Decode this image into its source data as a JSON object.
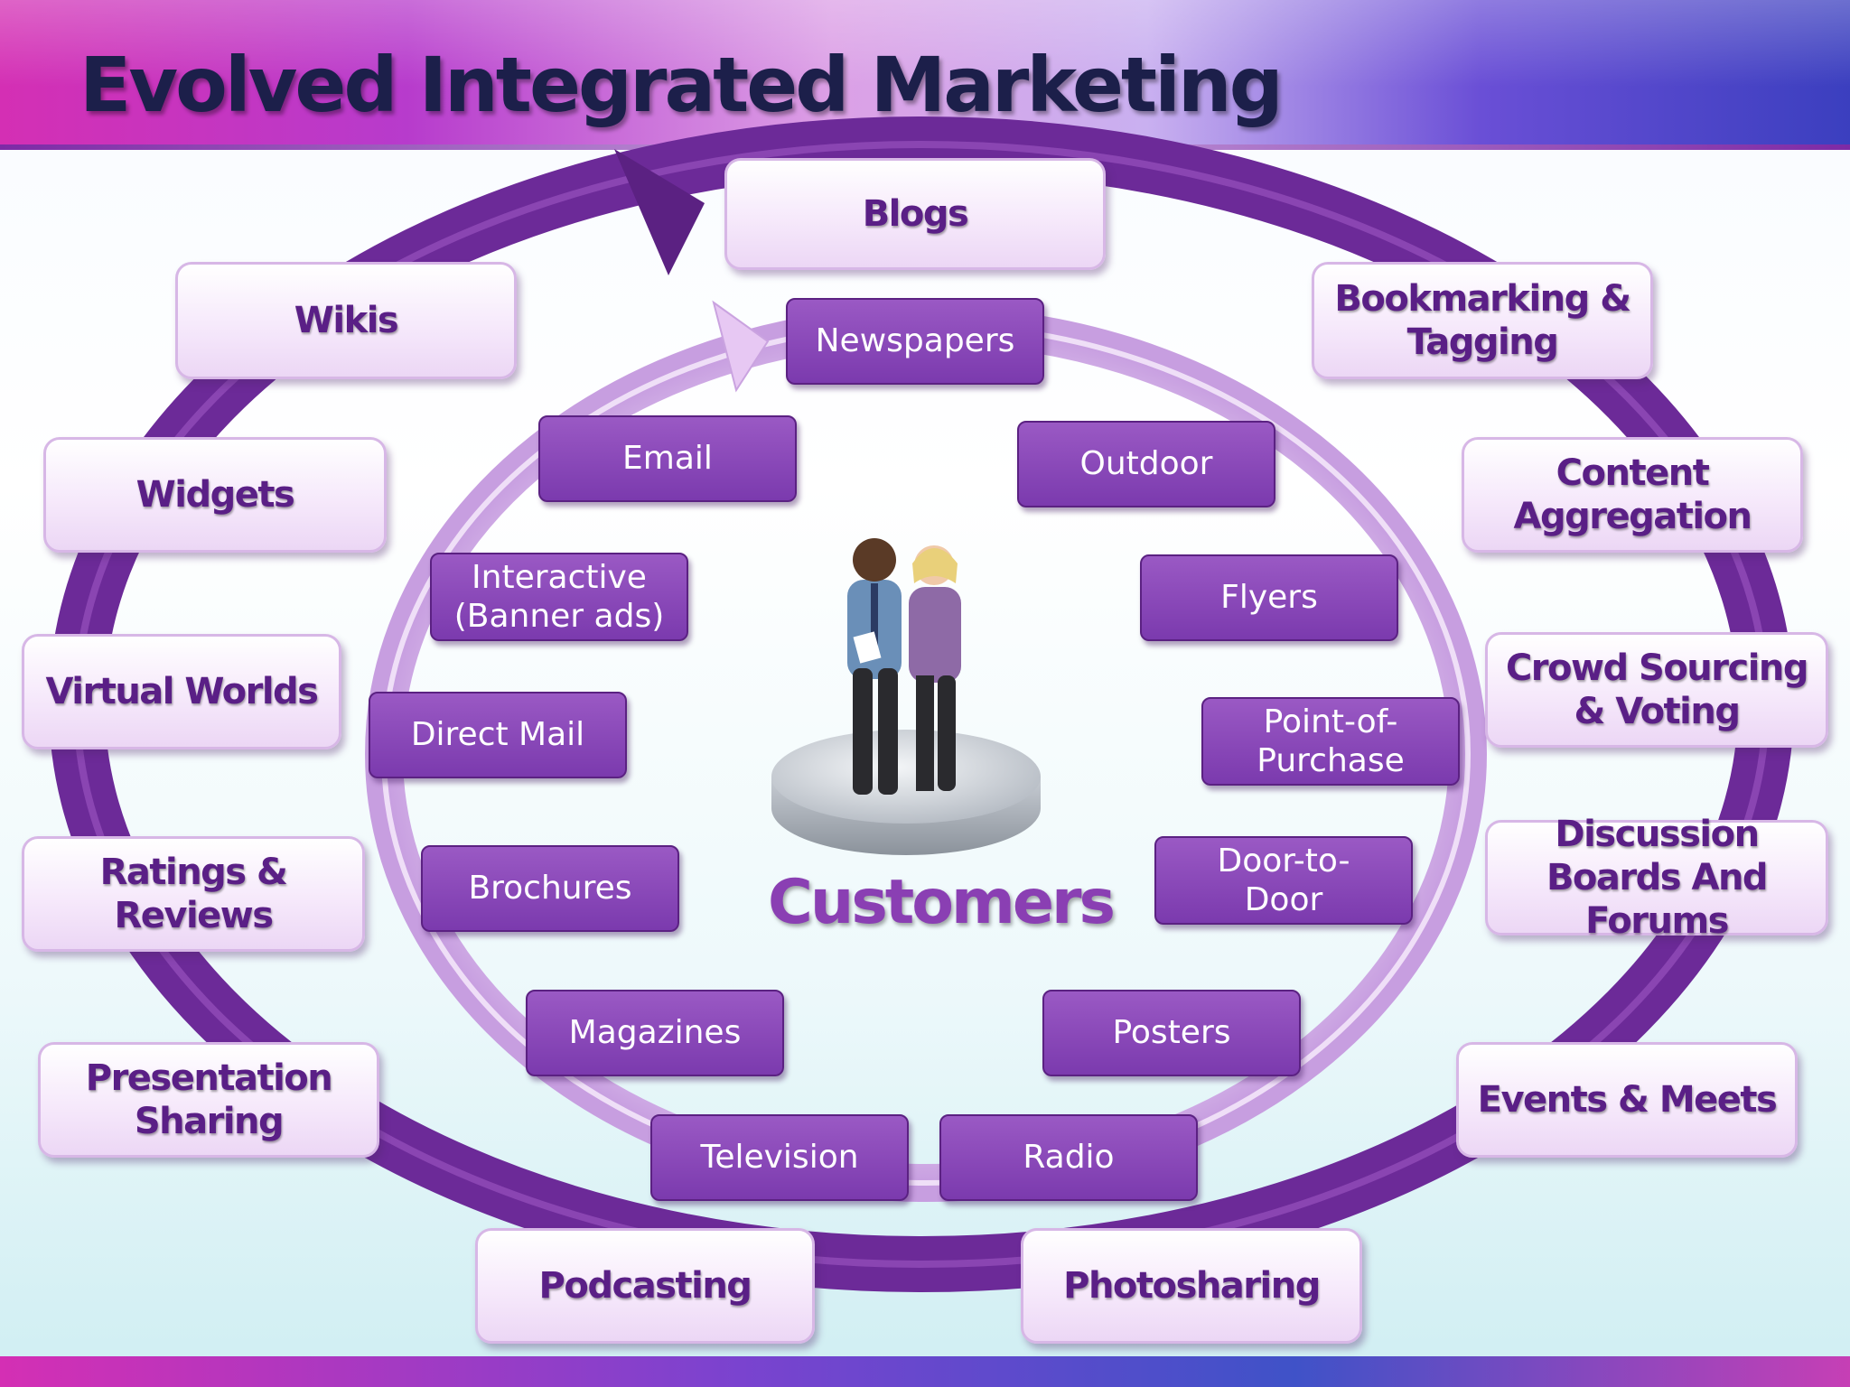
{
  "title": "Evolved Integrated Marketing",
  "center_label": "Customers",
  "outer_channels": [
    "Blogs",
    "Bookmarking & Tagging",
    "Content Aggregation",
    "Crowd Sourcing & Voting",
    "Discussion Boards And Forums",
    "Events & Meets",
    "Photosharing",
    "Podcasting",
    "Presentation Sharing",
    "Ratings & Reviews",
    "Virtual Worlds",
    "Widgets",
    "Wikis"
  ],
  "inner_channels": [
    "Newspapers",
    "Outdoor",
    "Flyers",
    "Point-of-Purchase",
    "Door-to-Door",
    "Posters",
    "Radio",
    "Television",
    "Magazines",
    "Brochures",
    "Direct Mail",
    "Interactive (Banner ads)",
    "Email"
  ],
  "colors": {
    "ring_purple": "#6c2a98",
    "inner_box": "#8447b5",
    "outer_box_text": "#5a1f86",
    "title_text": "#1c1f4a",
    "center_label_text": "#8a3fb3"
  }
}
